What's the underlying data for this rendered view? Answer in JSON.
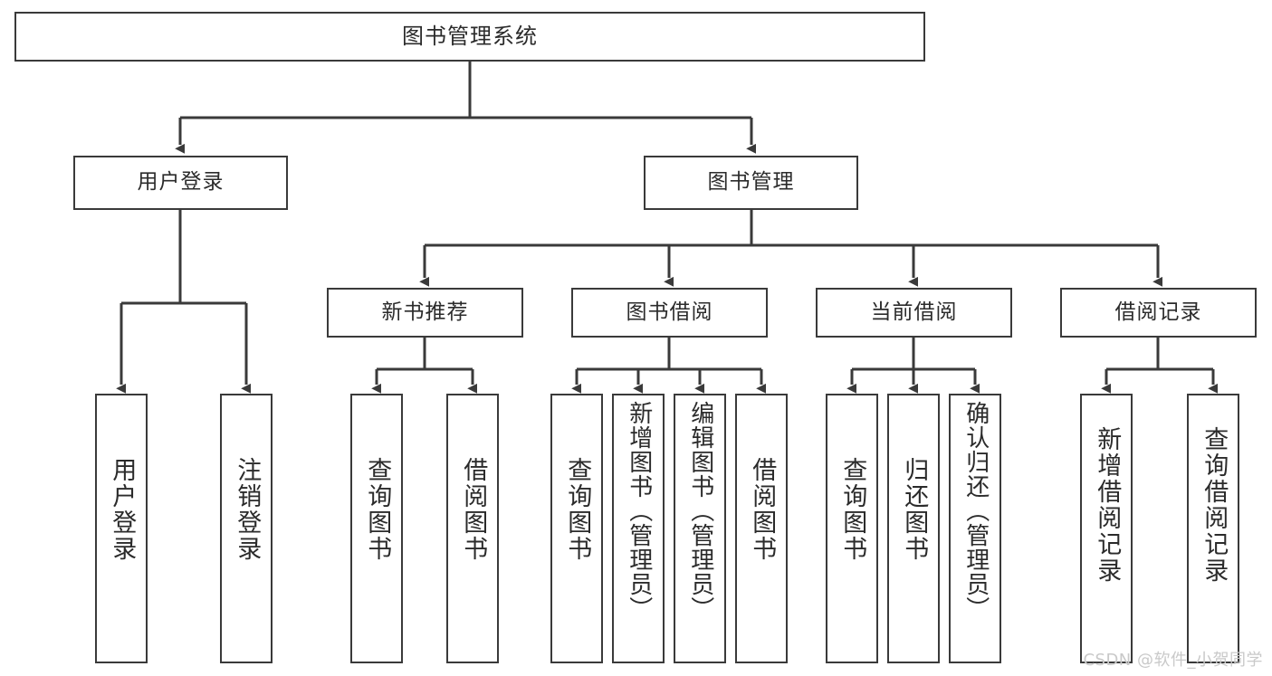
{
  "diagram": {
    "kind": "tree-hierarchy-chart",
    "title": "图书管理系统",
    "stroke_color": "#3a3a3a",
    "text_color": "#2b2b2b",
    "background_color": "#ffffff",
    "root": {
      "id": "root",
      "label": "图书管理系统"
    },
    "level2": [
      {
        "id": "user-login",
        "label": "用户登录"
      },
      {
        "id": "book-management",
        "label": "图书管理"
      }
    ],
    "level3": [
      {
        "id": "new-book-recommend",
        "label": "新书推荐",
        "parent": "book-management"
      },
      {
        "id": "book-borrow",
        "label": "图书借阅",
        "parent": "book-management"
      },
      {
        "id": "current-borrow",
        "label": "当前借阅",
        "parent": "book-management"
      },
      {
        "id": "borrow-record",
        "label": "借阅记录",
        "parent": "book-management"
      }
    ],
    "leaves": [
      {
        "id": "leaf-user-login",
        "label": "用户登录",
        "parent": "user-login"
      },
      {
        "id": "leaf-logout-login",
        "label": "注销登录",
        "parent": "user-login"
      },
      {
        "id": "leaf-query-book-1",
        "label": "查询图书",
        "parent": "new-book-recommend"
      },
      {
        "id": "leaf-borrow-book-1",
        "label": "借阅图书",
        "parent": "new-book-recommend"
      },
      {
        "id": "leaf-query-book-2",
        "label": "查询图书",
        "parent": "book-borrow"
      },
      {
        "id": "leaf-add-book",
        "label": "新增图书（管理员）",
        "parent": "book-borrow"
      },
      {
        "id": "leaf-edit-book",
        "label": "编辑图书（管理员）",
        "parent": "book-borrow"
      },
      {
        "id": "leaf-borrow-book-2",
        "label": "借阅图书",
        "parent": "book-borrow"
      },
      {
        "id": "leaf-query-book-3",
        "label": "查询图书",
        "parent": "current-borrow"
      },
      {
        "id": "leaf-return-book",
        "label": "归还图书",
        "parent": "current-borrow"
      },
      {
        "id": "leaf-confirm-return",
        "label": "确认归还（管理员）",
        "parent": "current-borrow"
      },
      {
        "id": "leaf-add-record",
        "label": "新增借阅记录",
        "parent": "borrow-record"
      },
      {
        "id": "leaf-query-record",
        "label": "查询借阅记录",
        "parent": "borrow-record"
      }
    ]
  },
  "watermark": {
    "text": "CSDN @软件_小贺同学"
  }
}
